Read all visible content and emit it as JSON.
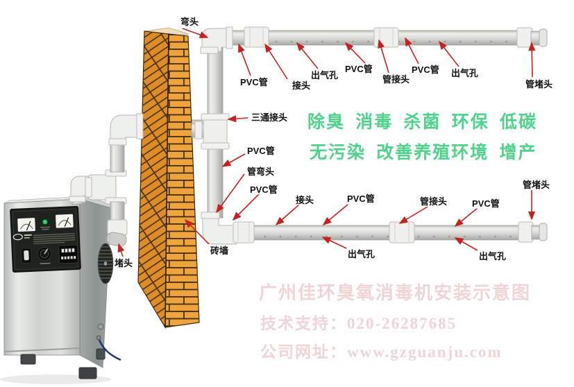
{
  "slogan": {
    "line1": "除臭  消毒  杀菌  环保  低碳",
    "line2": "无污染  改善养殖环境  增产",
    "color": "#4fd28c"
  },
  "labels": [
    {
      "text": "弯头"
    },
    {
      "text": "PVC管"
    },
    {
      "text": "接头"
    },
    {
      "text": "出气孔"
    },
    {
      "text": "PVC管"
    },
    {
      "text": "管接头"
    },
    {
      "text": "PVC管"
    },
    {
      "text": "出气孔"
    },
    {
      "text": "管堵头"
    },
    {
      "text": "三通接头"
    },
    {
      "text": "PVC管"
    },
    {
      "text": "管弯头"
    },
    {
      "text": "PVC管"
    },
    {
      "text": "接头"
    },
    {
      "text": "PVC管"
    },
    {
      "text": "管接头"
    },
    {
      "text": "PVC管"
    },
    {
      "text": "管堵头"
    },
    {
      "text": "出气孔"
    },
    {
      "text": "出气孔"
    },
    {
      "text": "砖墙"
    },
    {
      "text": "堵头"
    }
  ],
  "watermark": {
    "line1": "广州佳环臭氧消毒机安装示意图",
    "line2": "技术支持：020-26287685",
    "line3": "公司网址：www.gzguanju.com"
  },
  "colors": {
    "arrow": "#c42222",
    "label_text": "#111111",
    "brick_front": "#efa33c",
    "brick_side": "#dd8c26",
    "pipe": "#d6d7d3"
  }
}
